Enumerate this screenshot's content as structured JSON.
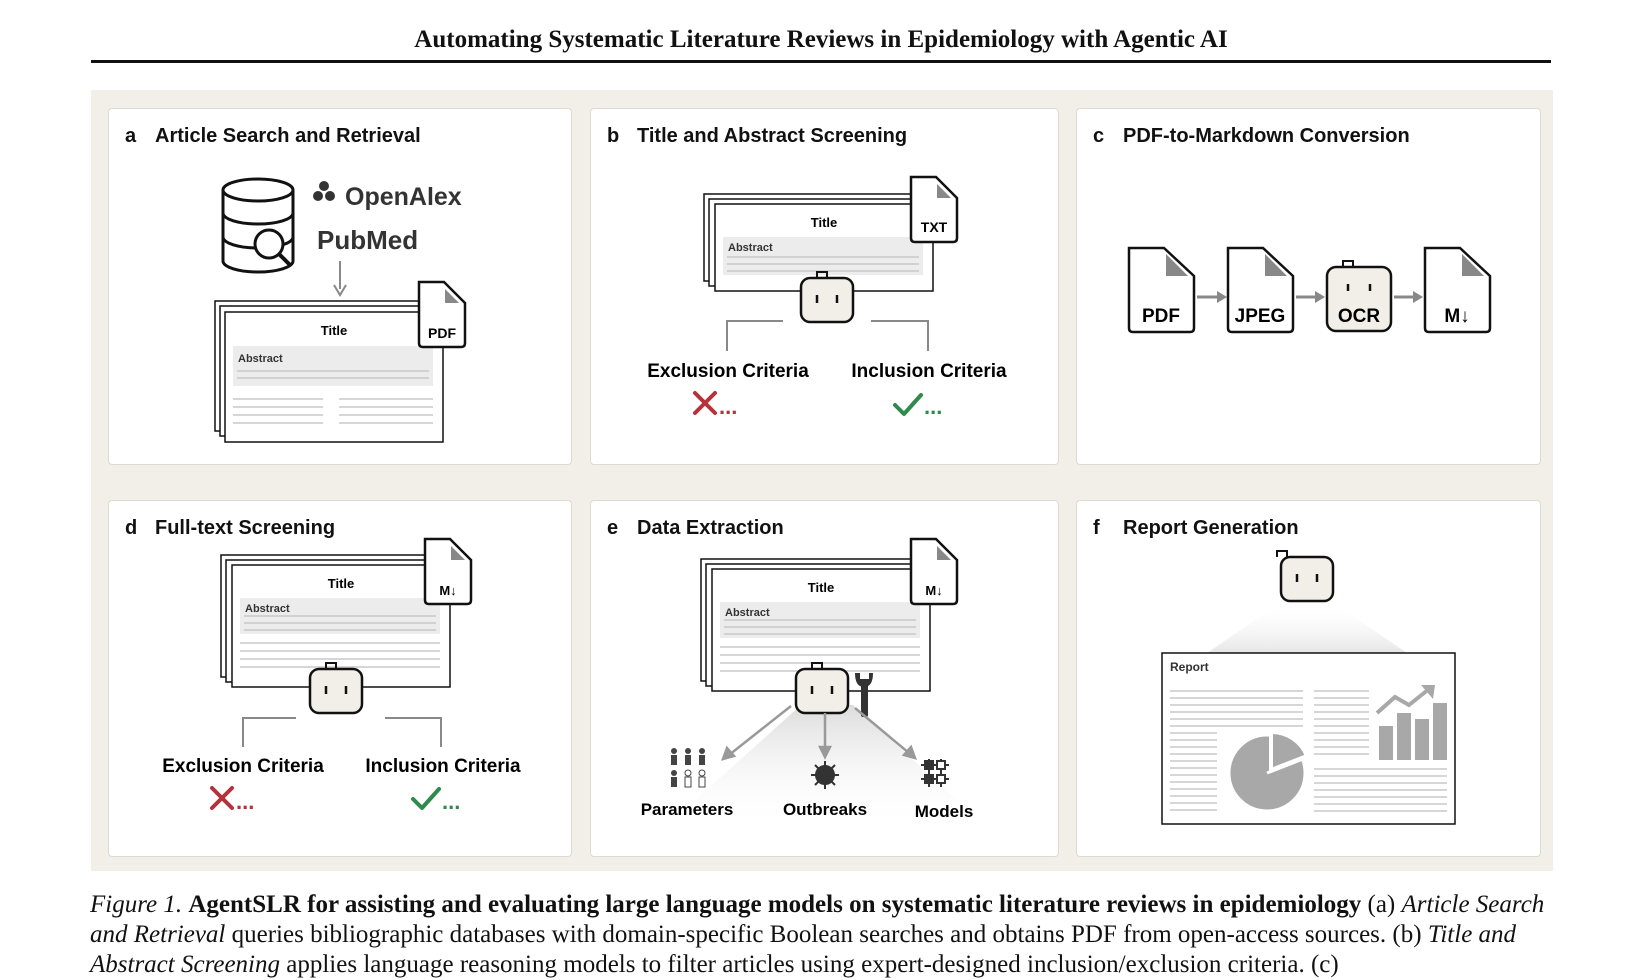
{
  "header": {
    "title": "Automating Systematic Literature Reviews in Epidemiology with Agentic AI"
  },
  "panels": {
    "a": {
      "letter": "a",
      "title": "Article Search and Retrieval",
      "source1": "OpenAlex",
      "source2": "PubMed",
      "doc_title": "Title",
      "doc_abstract": "Abstract",
      "doc_badge": "PDF"
    },
    "b": {
      "letter": "b",
      "title": "Title and Abstract Screening",
      "doc_title": "Title",
      "doc_abstract": "Abstract",
      "doc_badge": "TXT",
      "exclusion": "Exclusion Criteria",
      "inclusion": "Inclusion Criteria",
      "ellipsis": "..."
    },
    "c": {
      "letter": "c",
      "title": "PDF-to-Markdown Conversion",
      "steps": [
        "PDF",
        "JPEG",
        "OCR",
        "M↓"
      ]
    },
    "d": {
      "letter": "d",
      "title": "Full-text Screening",
      "doc_title": "Title",
      "doc_abstract": "Abstract",
      "doc_badge": "M↓",
      "exclusion": "Exclusion Criteria",
      "inclusion": "Inclusion Criteria",
      "ellipsis": "..."
    },
    "e": {
      "letter": "e",
      "title": "Data Extraction",
      "doc_title": "Title",
      "doc_abstract": "Abstract",
      "doc_badge": "M↓",
      "outputs": [
        "Parameters",
        "Outbreaks",
        "Models"
      ]
    },
    "f": {
      "letter": "f",
      "title": "Report Generation",
      "report_label": "Report"
    }
  },
  "caption": {
    "figure_label": "Figure 1.",
    "bold_title": "AgentSLR for assisting and evaluating large language models on systematic literature reviews in epidemiology",
    "a_label": "(a)",
    "a_name": "Article Search and Retrieval",
    "a_text": "queries bibliographic databases with domain-specific Boolean searches and obtains PDF from open-access sources.",
    "b_label": "(b)",
    "b_name": "Title and Abstract Screening",
    "b_text": "applies language reasoning models to filter articles using expert-designed inclusion/exclusion criteria. (c)"
  },
  "colors": {
    "exclude": "#b5323a",
    "include": "#2f8a4c",
    "robot_face": "#f1efe8",
    "figure_bg": "#f1efe8"
  }
}
